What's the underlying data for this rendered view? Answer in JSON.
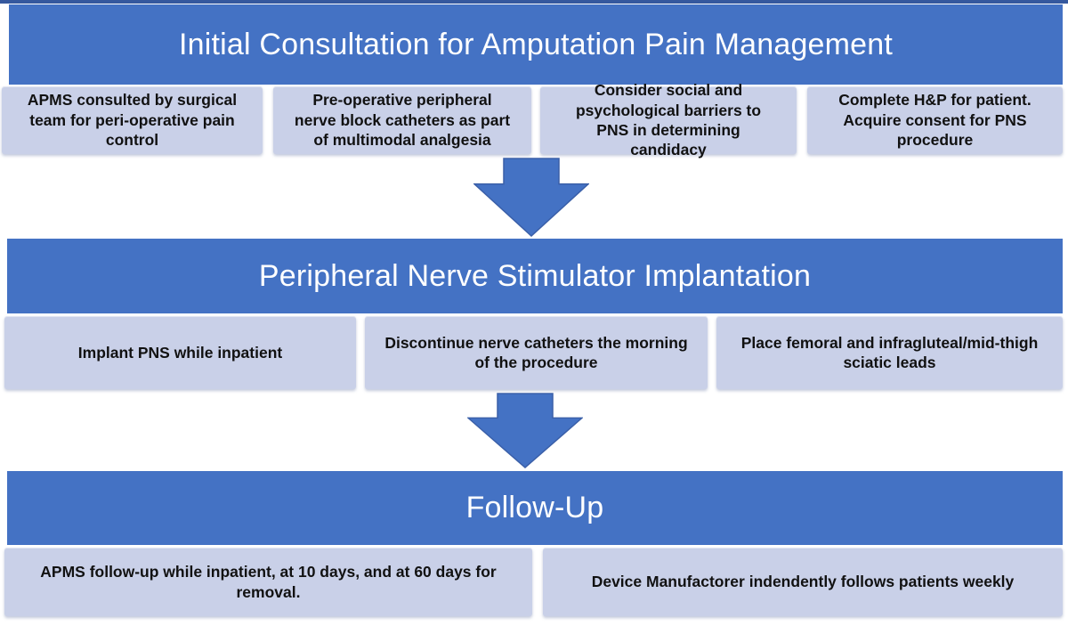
{
  "diagram": {
    "stages": [
      {
        "title": "Initial Consultation for Amputation Pain Management",
        "steps": [
          "APMS consulted by surgical team for peri-operative pain control",
          "Pre-operative peripheral nerve block catheters as part of multimodal analgesia",
          "Consider social and psychological barriers to PNS in determining candidacy",
          "Complete H&P for patient. Acquire consent for PNS procedure"
        ]
      },
      {
        "title": "Peripheral Nerve Stimulator Implantation",
        "steps": [
          "Implant PNS while inpatient",
          "Discontinue nerve catheters the morning of the procedure",
          "Place femoral and infragluteal/mid-thigh sciatic leads"
        ]
      },
      {
        "title": "Follow-Up",
        "steps": [
          "APMS follow-up while inpatient, at 10 days, and at 60 days for removal.",
          "Device Manufactorer indendently follows patients weekly"
        ]
      }
    ],
    "connectors": [
      "down-arrow",
      "down-arrow"
    ]
  },
  "colors": {
    "stage_header_fill": "#4472C4",
    "step_fill": "#C9D0E8",
    "arrow_fill": "#4472C4",
    "arrow_outline": "#3A5FA8",
    "top_border": "#35589E",
    "stage_title_text": "#FFFFFF",
    "step_text": "#111111",
    "background": "#FFFFFF"
  }
}
